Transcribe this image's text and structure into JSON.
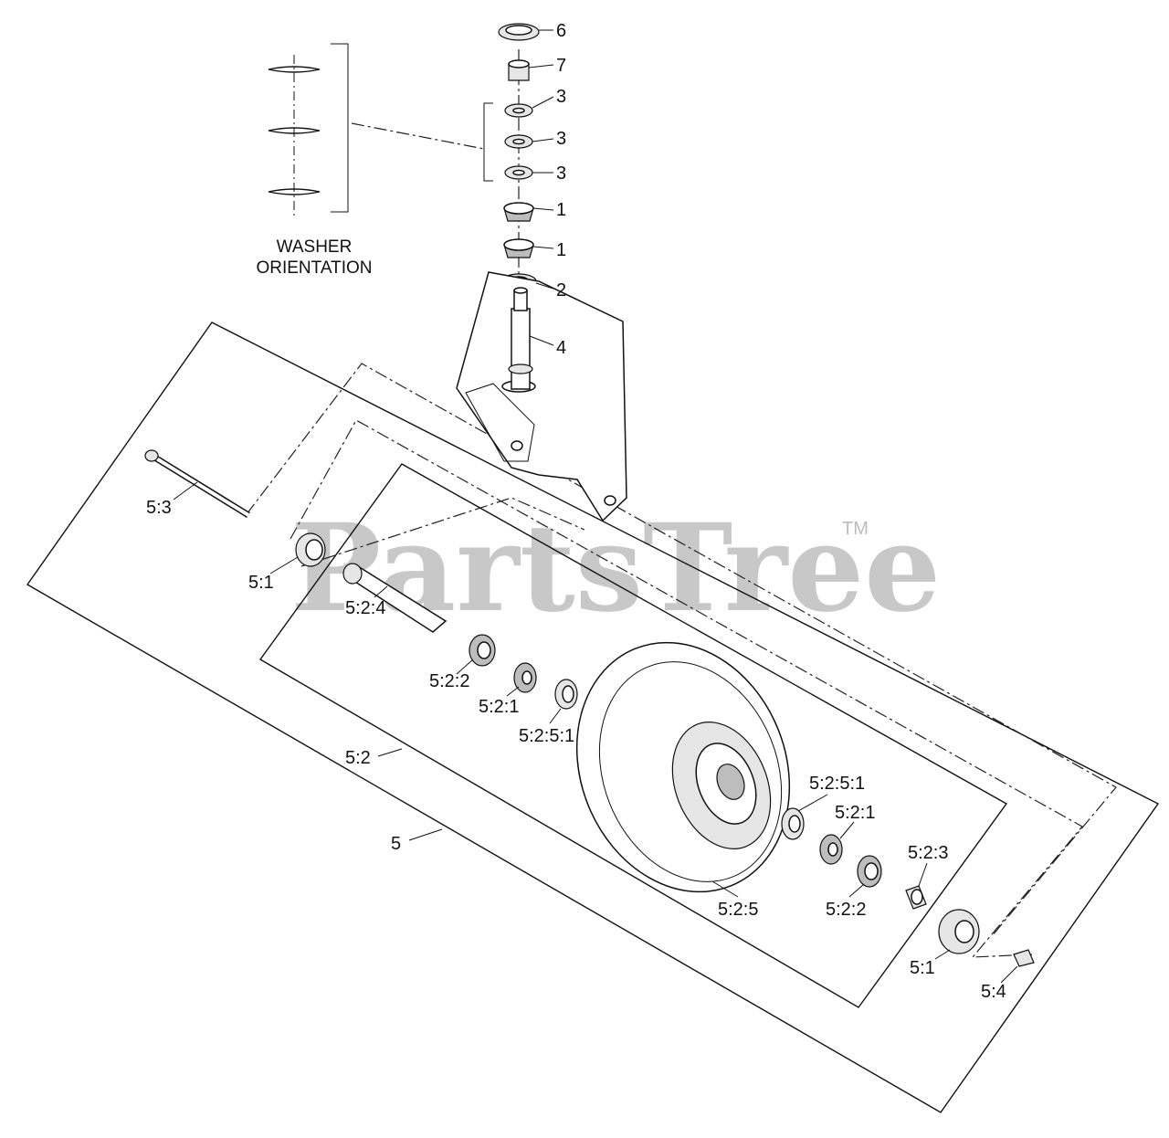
{
  "diagram": {
    "watermark": "PartsTree",
    "trademark": "TM",
    "washer_note": [
      "WASHER",
      "ORIENTATION"
    ],
    "callouts": {
      "c6": "6",
      "c7": "7",
      "c3a": "3",
      "c3b": "3",
      "c3c": "3",
      "c1a": "1",
      "c1b": "1",
      "c2": "2",
      "c4": "4",
      "c53": "5:3",
      "c51_left": "5:1",
      "c524": "5:2:4",
      "c522_left": "5:2:2",
      "c521_left": "5:2:1",
      "c5251_left": "5:2:5:1",
      "c52": "5:2",
      "c5": "5",
      "c5251_right": "5:2:5:1",
      "c521_right": "5:2:1",
      "c523": "5:2:3",
      "c525": "5:2:5",
      "c522_right": "5:2:2",
      "c51_right": "5:1",
      "c54": "5:4"
    }
  }
}
